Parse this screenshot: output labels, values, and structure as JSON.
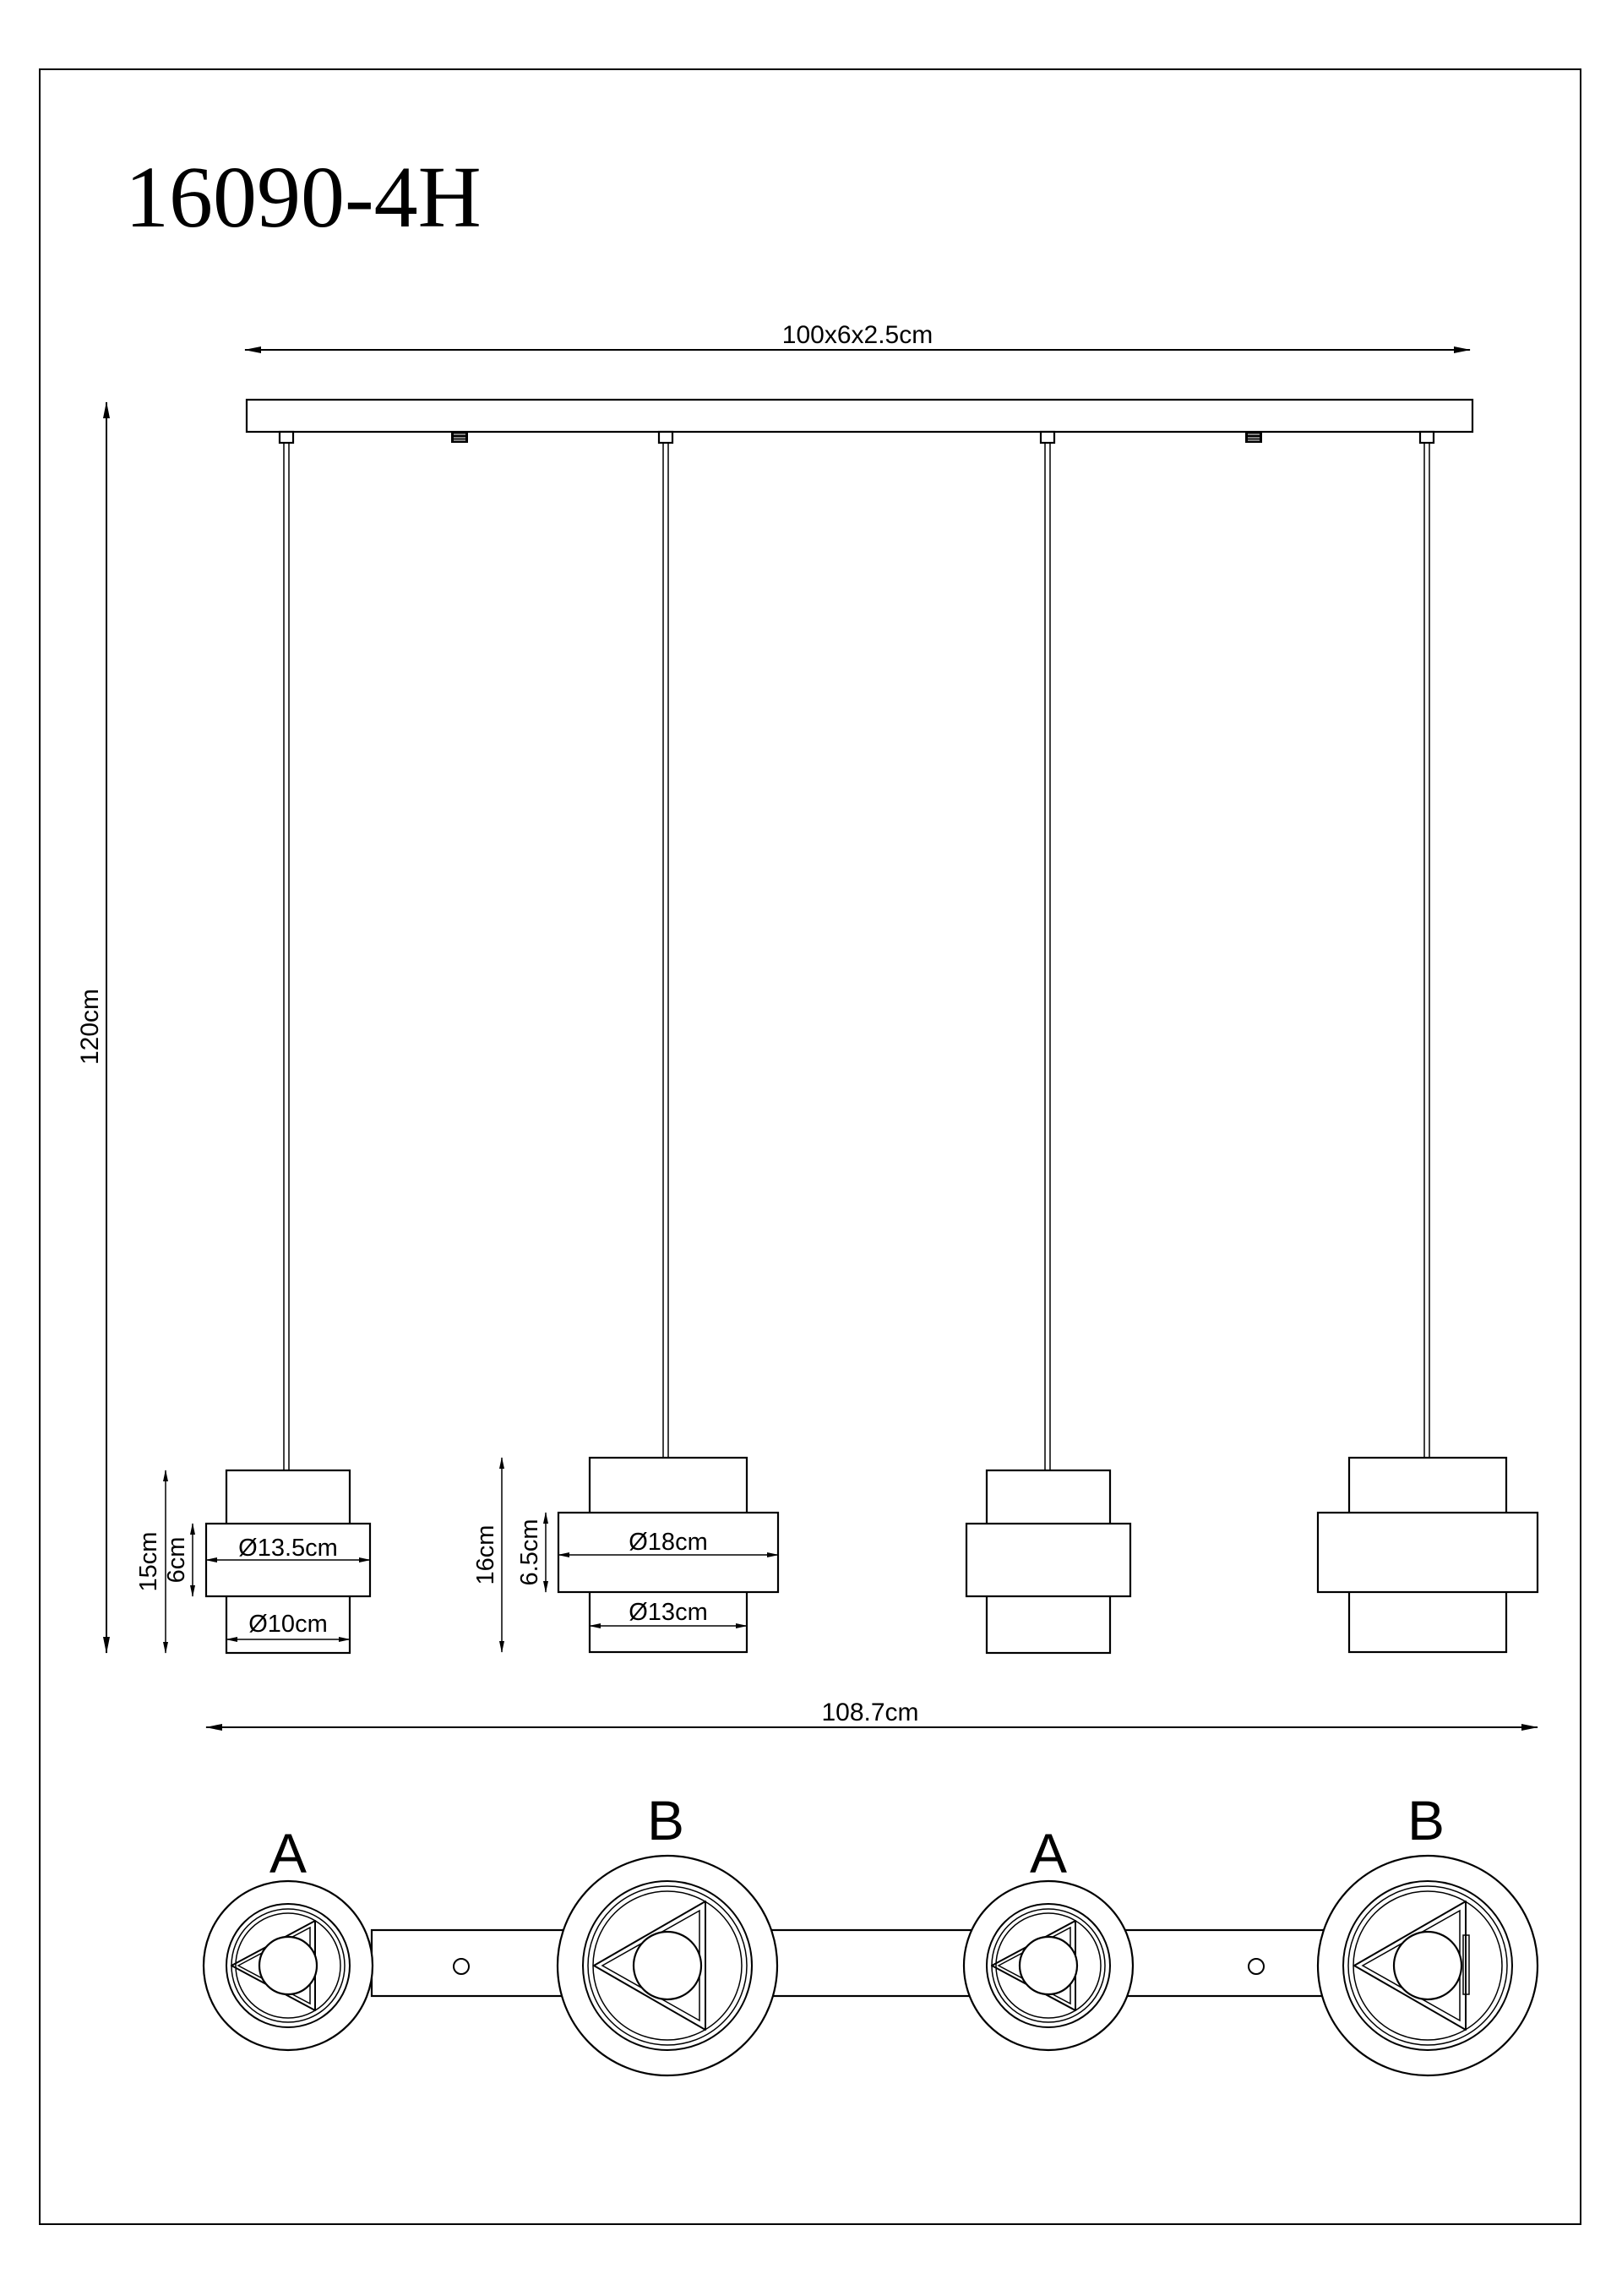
{
  "model_number": "16090-4H",
  "dimensions": {
    "canopy": "100x6x2.5cm",
    "total_height": "120cm",
    "total_width": "108.7cm",
    "shade_a": {
      "height": "15cm",
      "band_height": "6cm",
      "outer_diameter": "Ø13.5cm",
      "inner_diameter": "Ø10cm"
    },
    "shade_b": {
      "height": "16cm",
      "band_height": "6.5cm",
      "outer_diameter": "Ø18cm",
      "inner_diameter": "Ø13cm"
    }
  },
  "bottom_view_labels": [
    "A",
    "B",
    "A",
    "B"
  ]
}
